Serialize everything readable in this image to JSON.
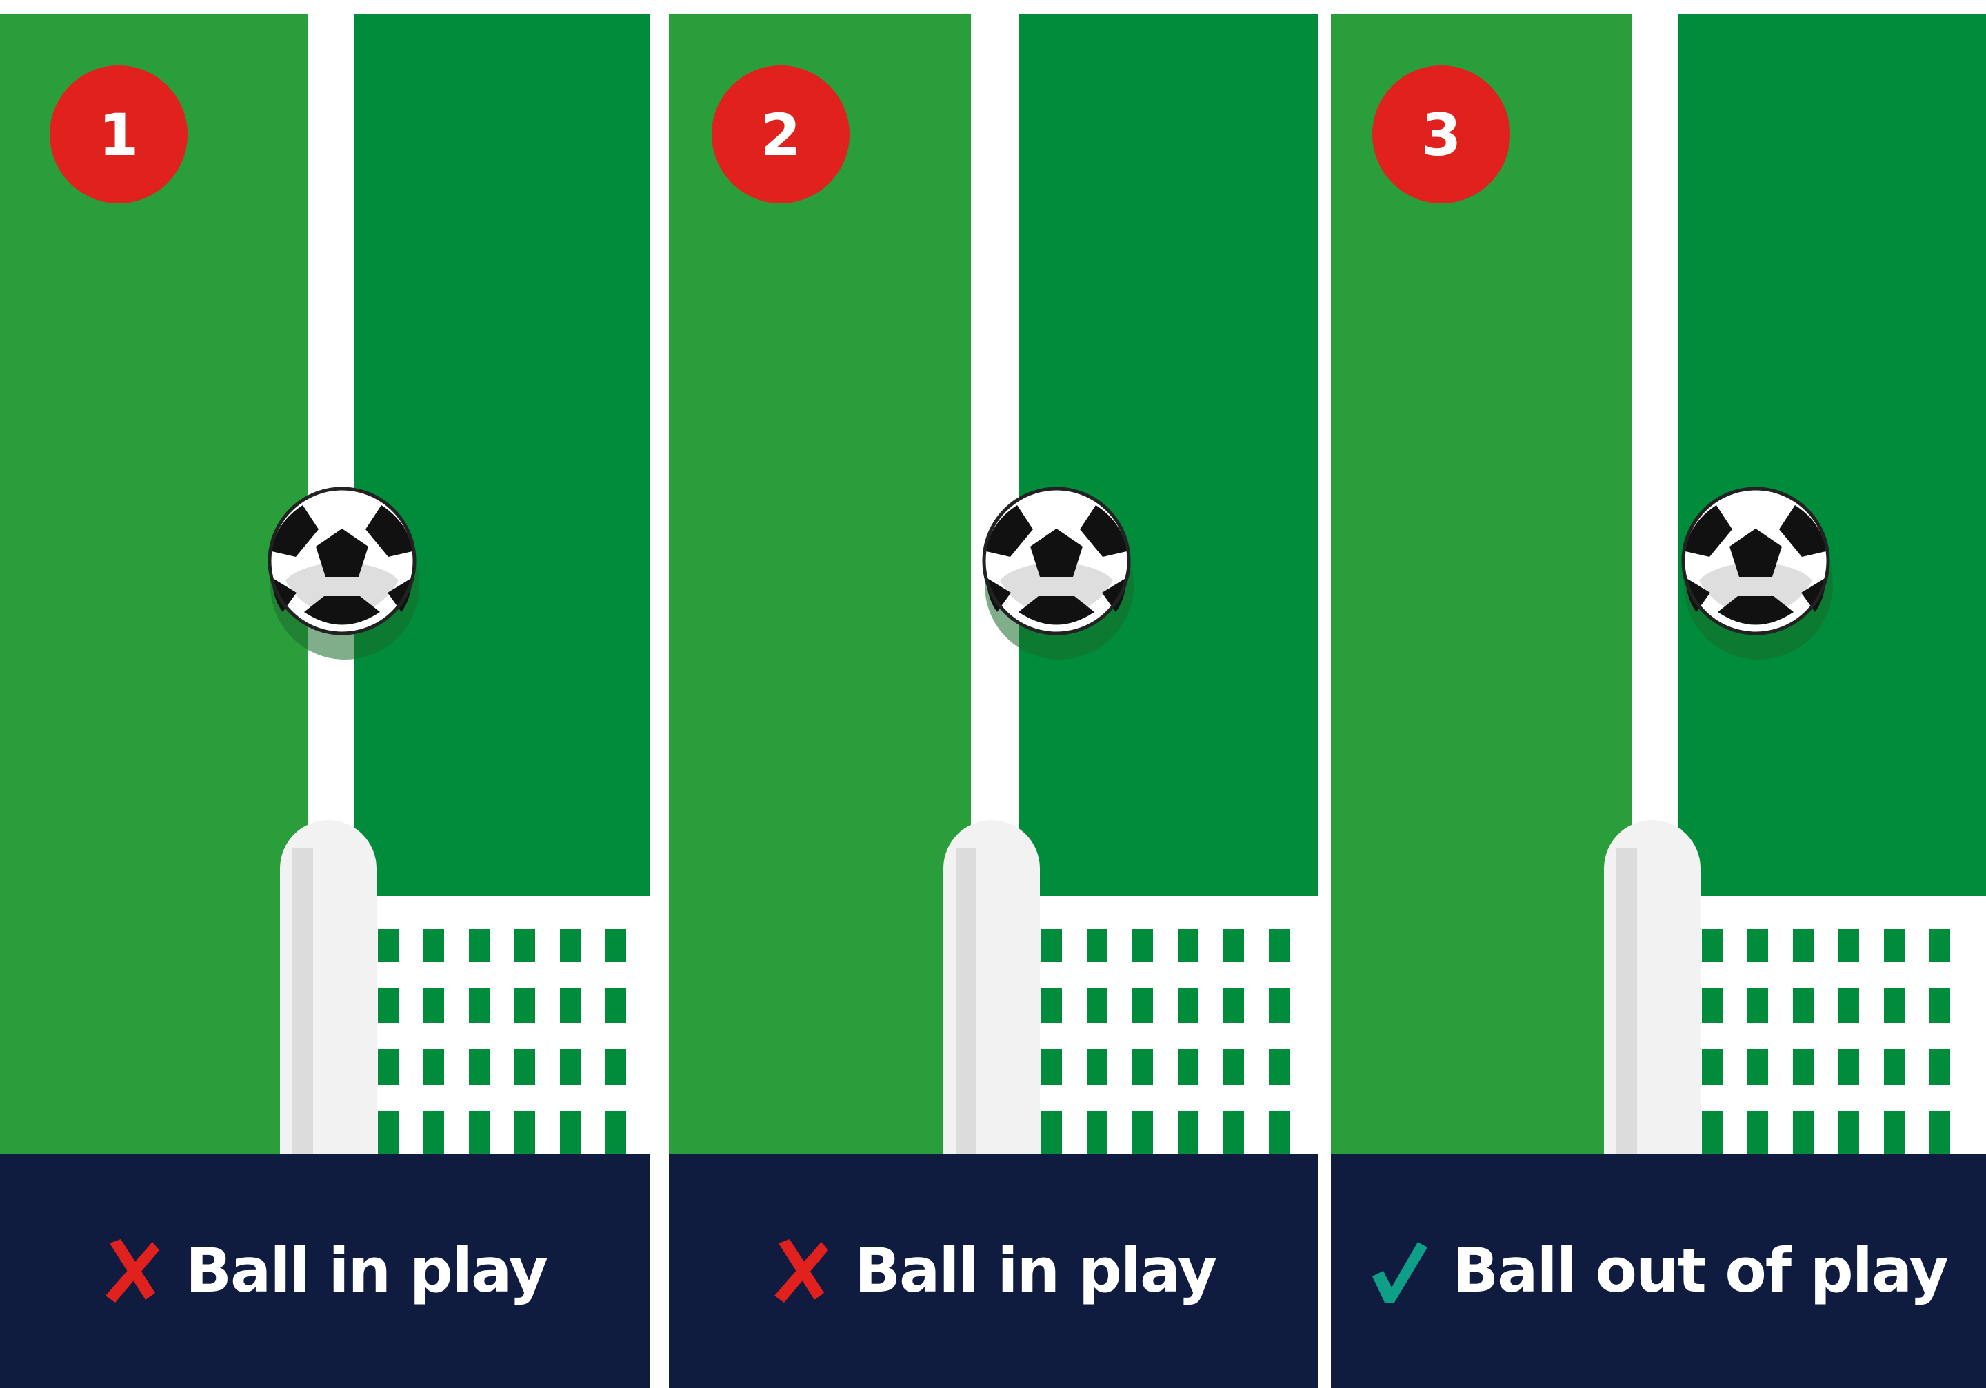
{
  "colors": {
    "grass_light": "#2a9e3a",
    "grass_dark": "#008c3a",
    "line": "#ffffff",
    "badge": "#e0211d",
    "caption_bg": "#101b40",
    "cross": "#e0211d",
    "check": "#0f9e88"
  },
  "panels": [
    {
      "number": "1",
      "verdict": "Ball in play",
      "verdict_icon": "cross-icon"
    },
    {
      "number": "2",
      "verdict": "Ball in play",
      "verdict_icon": "cross-icon"
    },
    {
      "number": "3",
      "verdict": "Ball out of play",
      "verdict_icon": "check-icon"
    }
  ]
}
